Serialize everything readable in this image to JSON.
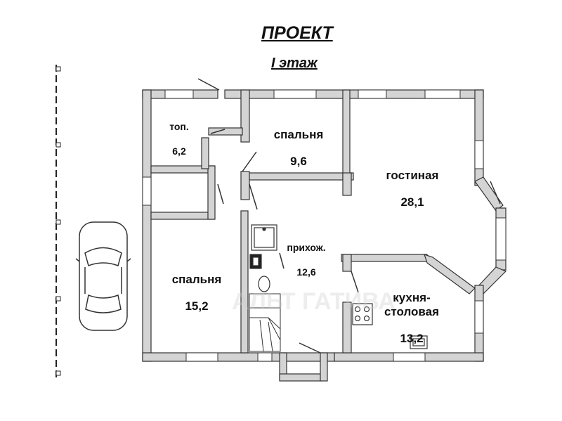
{
  "title": "ПРОЕКТ",
  "subtitle": "I этаж",
  "rooms": {
    "boiler": {
      "name": "топ.",
      "area": "6,2"
    },
    "bedroom1": {
      "name": "спальня",
      "area": "9,6"
    },
    "living": {
      "name": "гостиная",
      "area": "28,1"
    },
    "hall": {
      "name": "прихож.",
      "area": "12,6"
    },
    "bedroom2": {
      "name": "спальня",
      "area": "15,2"
    },
    "kitchen": {
      "name": "кухня-\nстоловая",
      "area": "13,2"
    }
  },
  "watermark": "АЛЬТ   ГАТИВА",
  "colors": {
    "wall": "#d4d4d4",
    "outline": "#333333",
    "window": "#ffffff"
  }
}
